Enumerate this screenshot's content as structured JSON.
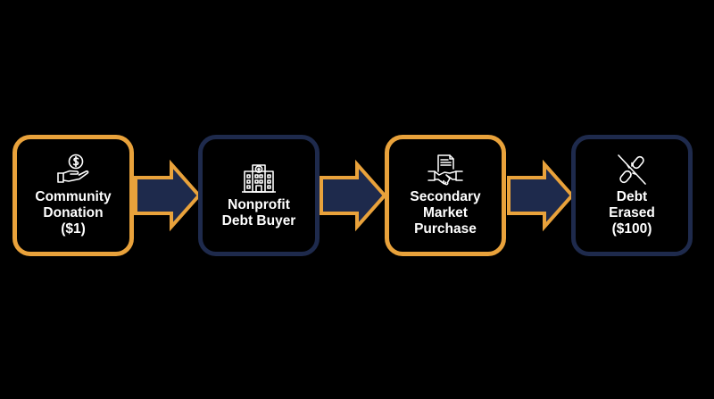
{
  "colors": {
    "background": "#000000",
    "orange": "#e9a23b",
    "navy": "#1e2a4c",
    "text": "#ffffff"
  },
  "steps": [
    {
      "label": "Community\nDonation\n($1)",
      "icon": "hand-coin-icon",
      "border": "orange"
    },
    {
      "label": "Nonprofit\nDebt Buyer",
      "icon": "hospital-icon",
      "border": "navy"
    },
    {
      "label": "Secondary\nMarket\nPurchase",
      "icon": "handshake-document-icon",
      "border": "orange"
    },
    {
      "label": "Debt\nErased\n($100)",
      "icon": "broken-chain-icon",
      "border": "navy"
    }
  ]
}
